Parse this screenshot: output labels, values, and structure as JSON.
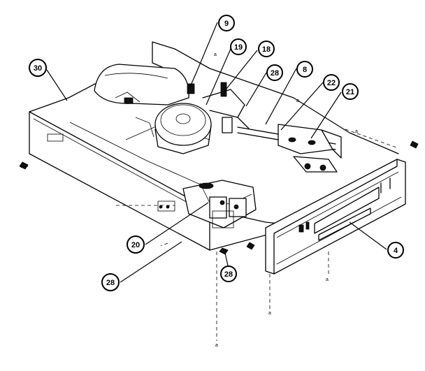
{
  "diagram": {
    "callouts": [
      {
        "id": "part-9",
        "label": "9"
      },
      {
        "id": "part-19",
        "label": "19"
      },
      {
        "id": "part-18",
        "label": "18"
      },
      {
        "id": "part-30",
        "label": "30"
      },
      {
        "id": "part-28-top",
        "label": "28"
      },
      {
        "id": "part-8",
        "label": "8"
      },
      {
        "id": "part-22",
        "label": "22"
      },
      {
        "id": "part-21",
        "label": "21"
      },
      {
        "id": "part-4",
        "label": "4"
      },
      {
        "id": "part-20",
        "label": "20"
      },
      {
        "id": "part-28-bottom",
        "label": "28"
      },
      {
        "id": "part-28-left",
        "label": "28"
      }
    ],
    "marks": [
      "a",
      "a",
      "a",
      "a",
      "a",
      "a"
    ]
  }
}
